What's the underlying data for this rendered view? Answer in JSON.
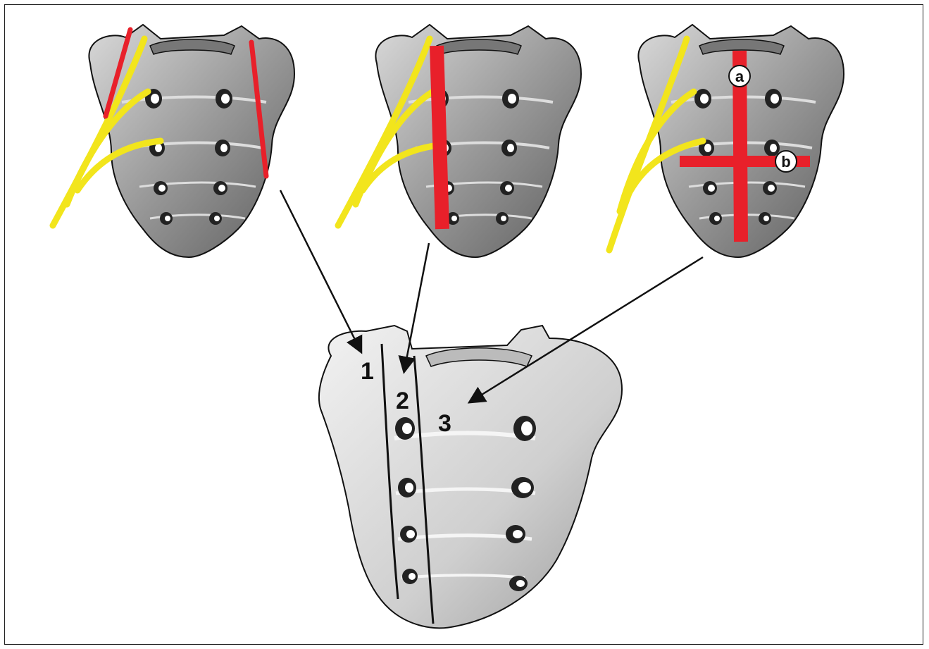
{
  "figure": {
    "top_panels": [
      {
        "id": "type-1",
        "description_icon": "sacrum-posterior-icon"
      },
      {
        "id": "type-2",
        "description_icon": "sacrum-posterior-icon"
      },
      {
        "id": "type-3",
        "description_icon": "sacrum-posterior-icon"
      }
    ],
    "labels": {
      "type3_vertical": "a",
      "type3_horizontal": "b"
    },
    "zones": [
      "1",
      "2",
      "3"
    ],
    "colors": {
      "fracture": "#e8202a",
      "nerve": "#f2e51c",
      "bone_light": "#e6e6e6",
      "bone_mid": "#a8a8a8",
      "bone_dark": "#555555",
      "outline": "#111111"
    }
  }
}
